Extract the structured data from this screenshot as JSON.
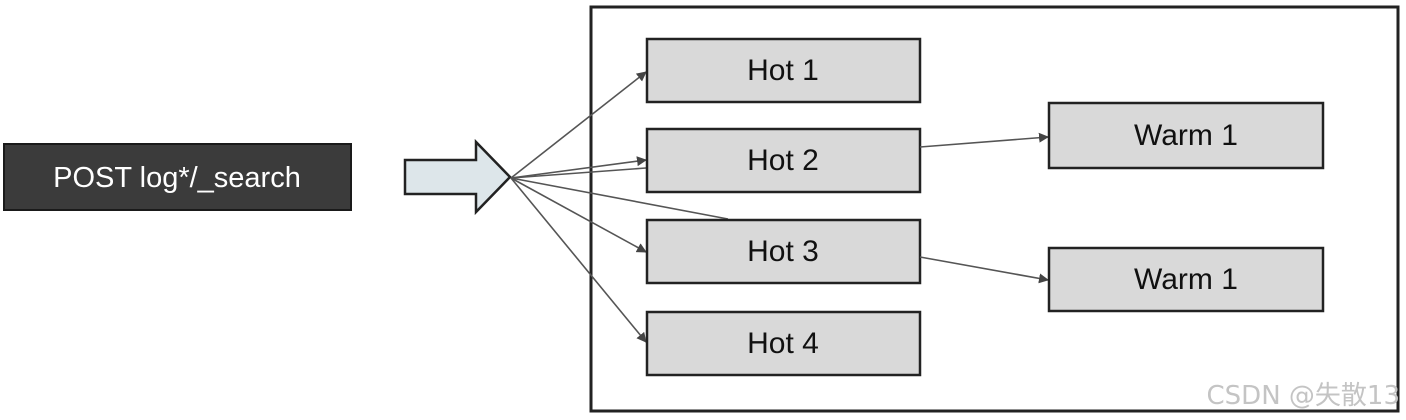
{
  "request": {
    "label": "POST log*/_search"
  },
  "nodes": {
    "hot1": "Hot 1",
    "hot2": "Hot 2",
    "hot3": "Hot 3",
    "hot4": "Hot 4",
    "warm_a": "Warm 1",
    "warm_b": "Warm 1"
  },
  "watermark": "CSDN @失散13",
  "colors": {
    "request_fill": "#3b3b3b",
    "node_fill": "#d9d9d9",
    "arrow_fill": "#dde6ea",
    "stroke": "#222222"
  }
}
